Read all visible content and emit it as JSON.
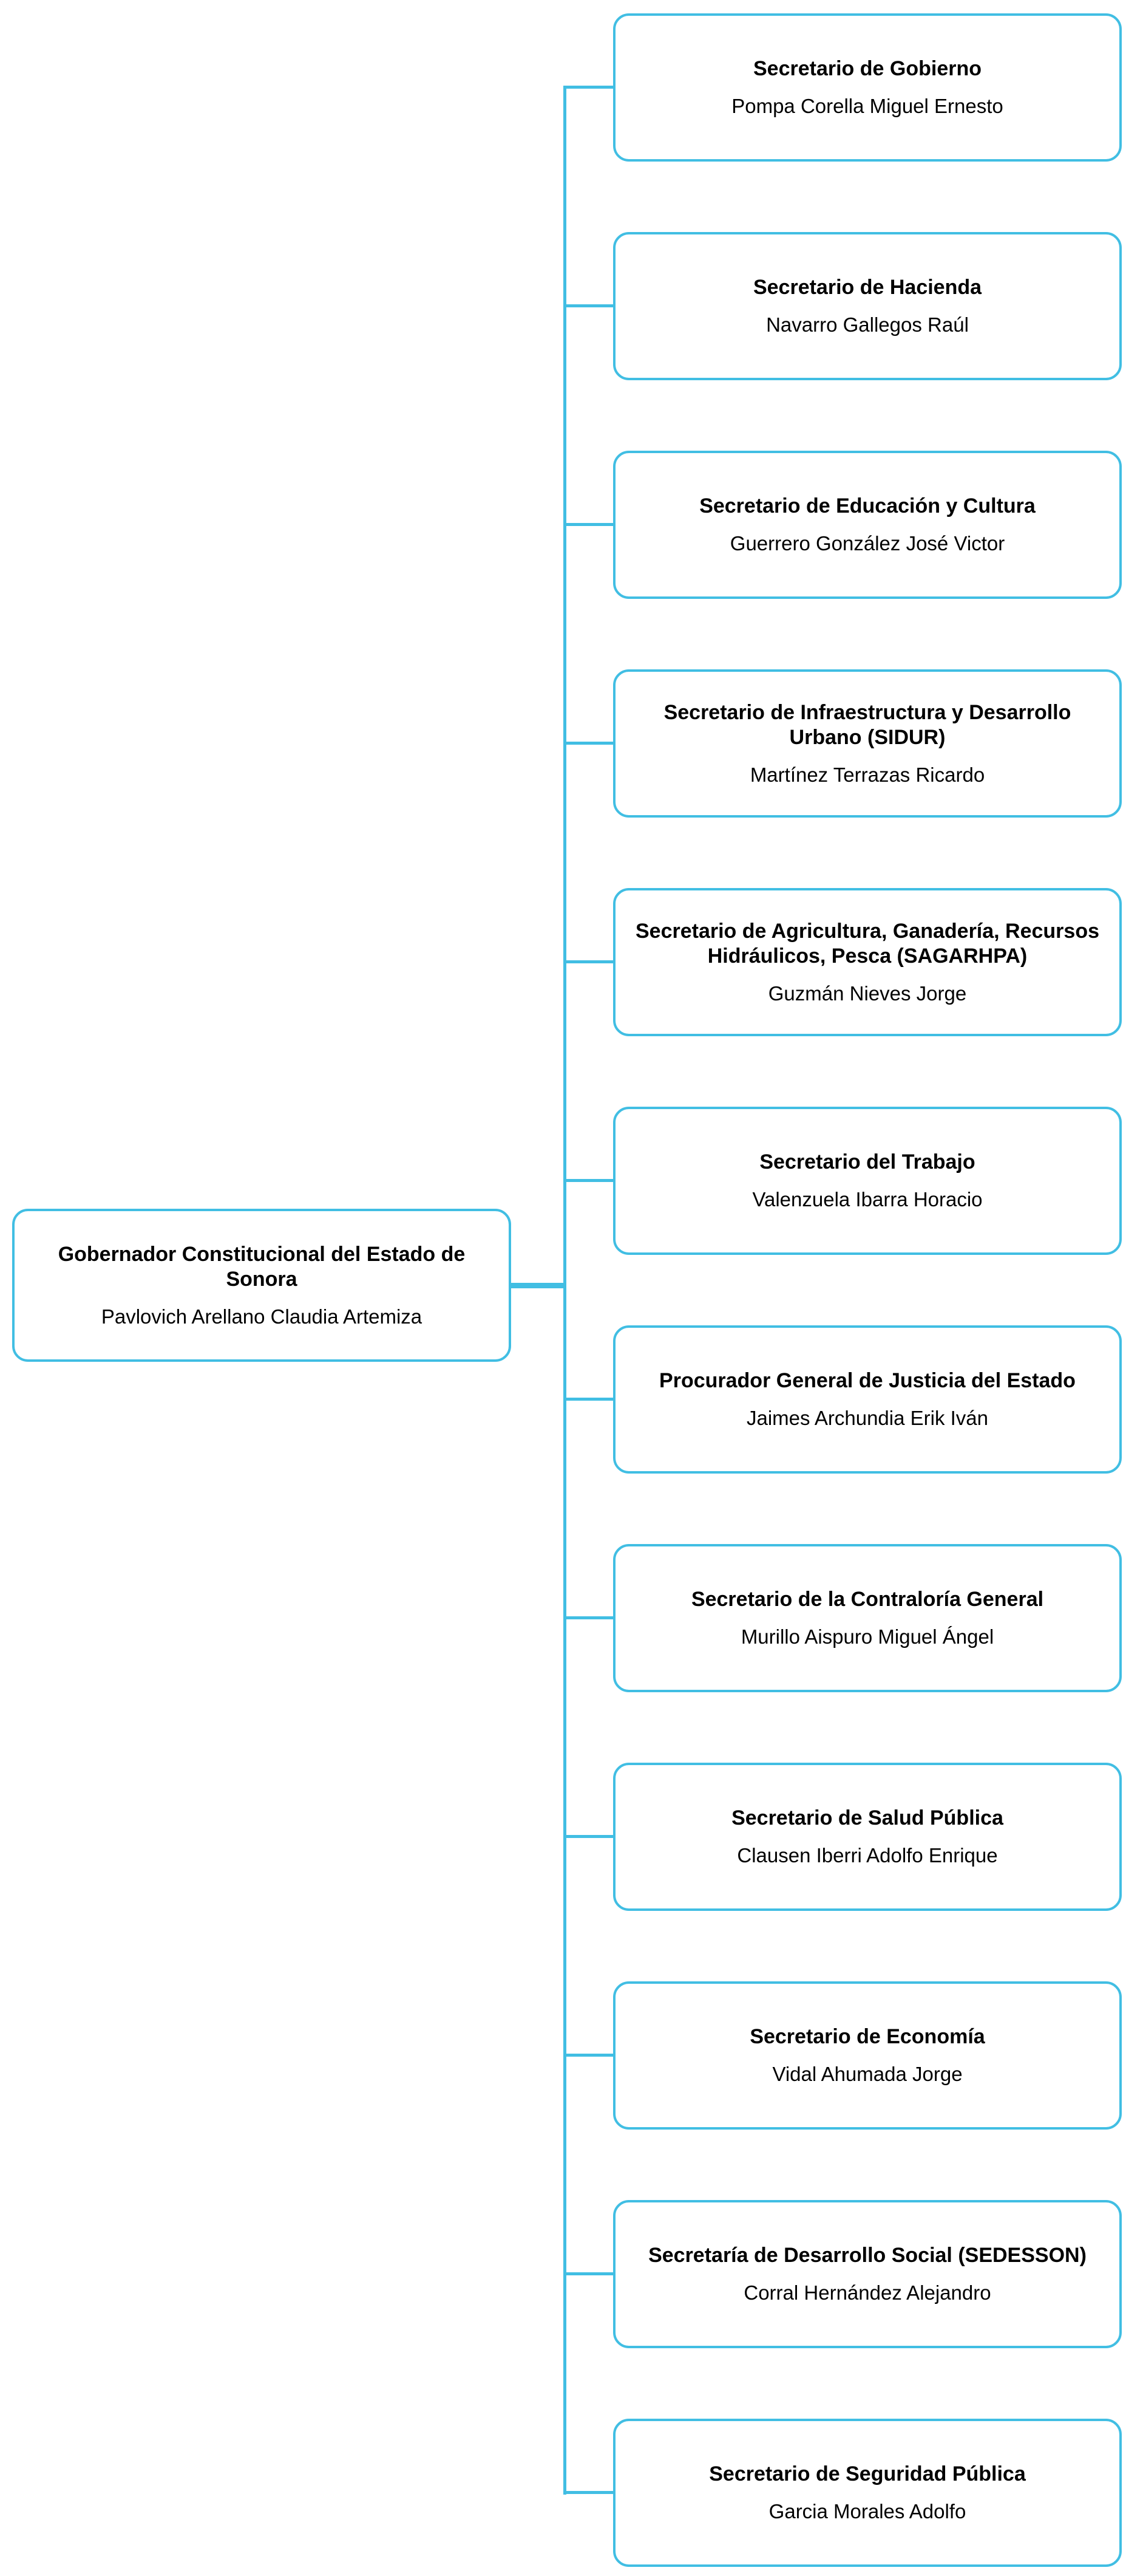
{
  "diagram": {
    "type": "org-chart",
    "accent_color": "#41BEE3",
    "background_color": "#ffffff",
    "text_color": "#000000",
    "governor": {
      "title": "Gobernador Constitucional del Estado de Sonora",
      "name": "Pavlovich Arellano Claudia Artemiza"
    },
    "secretaries": [
      {
        "title": "Secretario de Gobierno",
        "name": "Pompa Corella Miguel Ernesto"
      },
      {
        "title": "Secretario de Hacienda",
        "name": "Navarro Gallegos Raúl"
      },
      {
        "title": "Secretario de Educación y Cultura",
        "name": "Guerrero González José Victor"
      },
      {
        "title": "Secretario de Infraestructura y Desarrollo Urbano (SIDUR)",
        "name": "Martínez Terrazas Ricardo"
      },
      {
        "title": "Secretario de Agricultura, Ganadería, Recursos Hidráulicos, Pesca (SAGARHPA)",
        "name": "Guzmán Nieves Jorge"
      },
      {
        "title": "Secretario del Trabajo",
        "name": "Valenzuela Ibarra Horacio"
      },
      {
        "title": "Procurador General de Justicia del Estado",
        "name": "Jaimes Archundia Erik Iván"
      },
      {
        "title": "Secretario de la Contraloría General",
        "name": "Murillo Aispuro Miguel Ángel"
      },
      {
        "title": "Secretario de Salud  Pública",
        "name": "Clausen Iberri Adolfo Enrique"
      },
      {
        "title": "Secretario de Economía",
        "name": "Vidal Ahumada Jorge"
      },
      {
        "title": "Secretaría de Desarrollo Social (SEDESSON)",
        "name": "Corral Hernández Alejandro"
      },
      {
        "title": "Secretario de Seguridad Pública",
        "name": "Garcia Morales Adolfo"
      }
    ]
  }
}
